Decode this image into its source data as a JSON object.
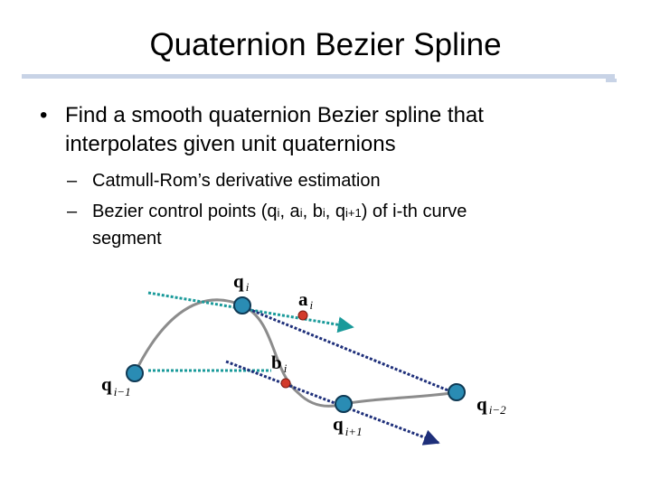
{
  "slide": {
    "title": "Quaternion Bezier Spline",
    "bullet": {
      "mark": "•",
      "line1": "Find a smooth quaternion Bezier spline that",
      "line2": "interpolates given unit quaternions"
    },
    "subbullets": {
      "dash": "–",
      "item1": "Catmull-Rom’s derivative estimation",
      "item2_a": "Bezier control points (q",
      "item2_i1": "i",
      "item2_b": ", a",
      "item2_i2": "i",
      "item2_c": ", b",
      "item2_i3": "i",
      "item2_d": ", q",
      "item2_i4": "i+1",
      "item2_e": ") of i-th curve",
      "item2_line2": "segment"
    }
  },
  "diagram": {
    "labels": {
      "qi": {
        "main": "q",
        "sub": "i"
      },
      "ai": {
        "main": "a",
        "sub": "i"
      },
      "bi": {
        "main": "b",
        "sub": "i"
      },
      "qim1": {
        "main": "q",
        "sub": "i−1"
      },
      "qip1": {
        "main": "q",
        "sub": "i+1"
      },
      "qip2": {
        "main": "q",
        "sub": "i−2"
      }
    },
    "colors": {
      "curve": "#8c8c8c",
      "teal_tangent": "#1a9a9a",
      "navy_tangent": "#1e2f7a",
      "point_fill": "#2a8cb4",
      "control_fill": "#d23a2a"
    }
  }
}
